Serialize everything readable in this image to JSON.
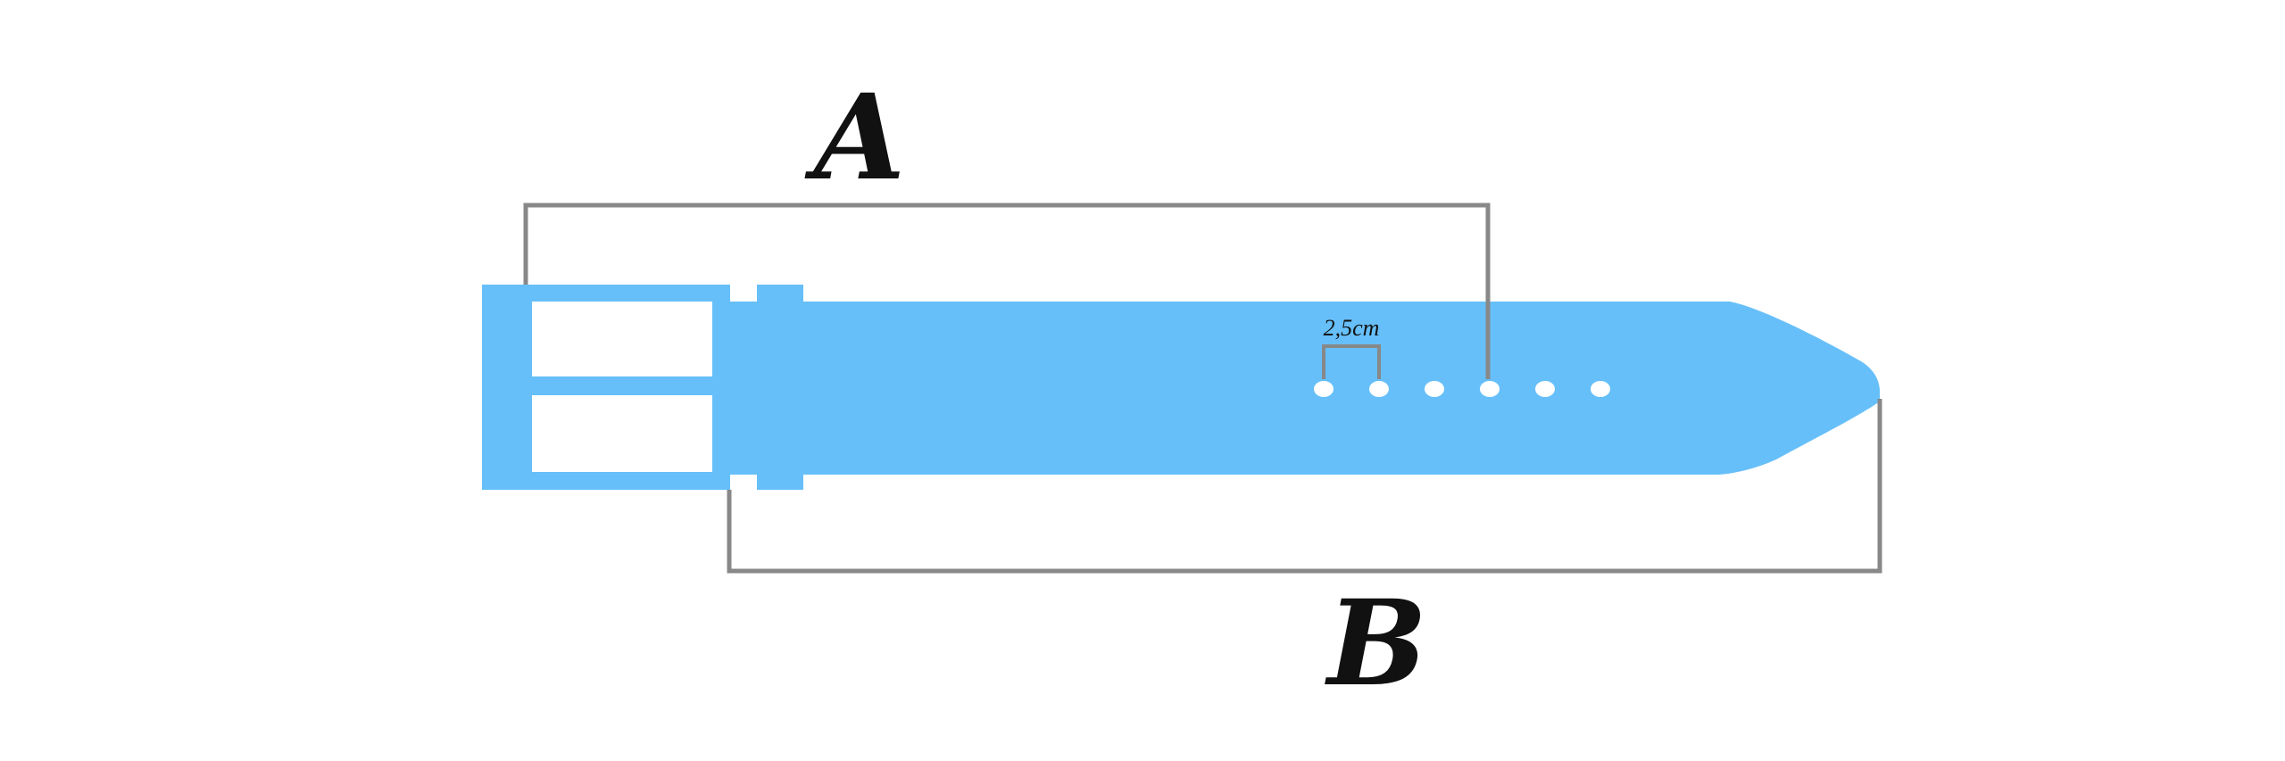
{
  "labels": {
    "dimension_a": "A",
    "dimension_b": "B",
    "hole_spacing": "2,5cm"
  },
  "belt": {
    "hole_count": 6
  },
  "colors": {
    "belt": "#66bff9",
    "background": "#ffffff",
    "bracket": "#888888",
    "text": "#111111"
  }
}
